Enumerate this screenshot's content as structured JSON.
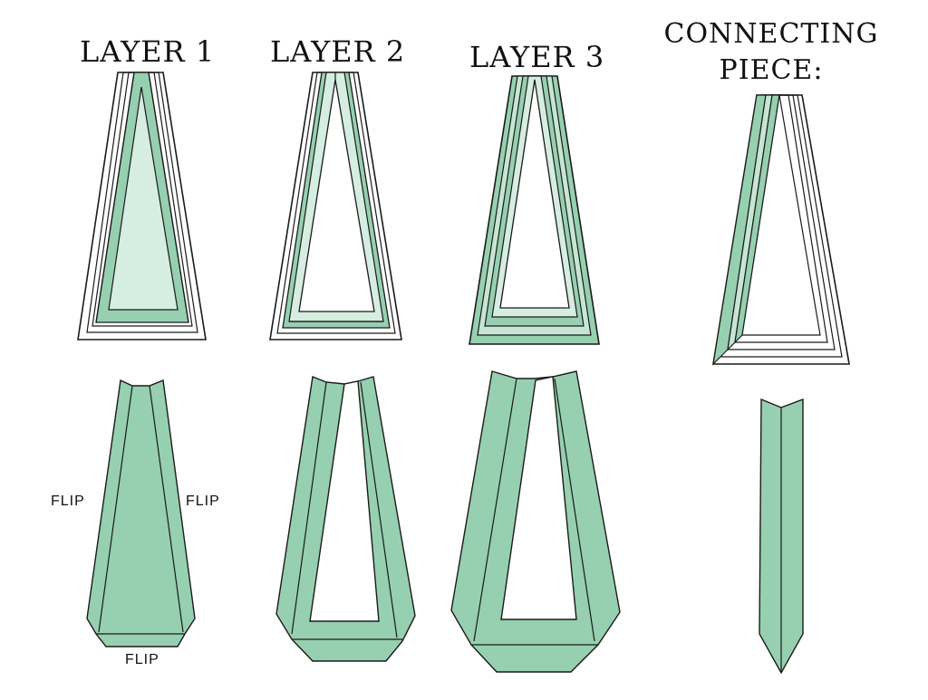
{
  "headings": {
    "layer1": "LAYER 1",
    "layer2": "LAYER 2",
    "layer3": "LAYER 3",
    "connecting_line1": "CONNECTING",
    "connecting_line2": "PIECE:"
  },
  "labels": {
    "flip_left": "FLIP",
    "flip_right": "FLIP",
    "flip_bottom": "FLIP"
  },
  "colors": {
    "fabric_green": "#96d0b0",
    "light_green": "#d6ede1",
    "outline": "#1a1a1a"
  }
}
